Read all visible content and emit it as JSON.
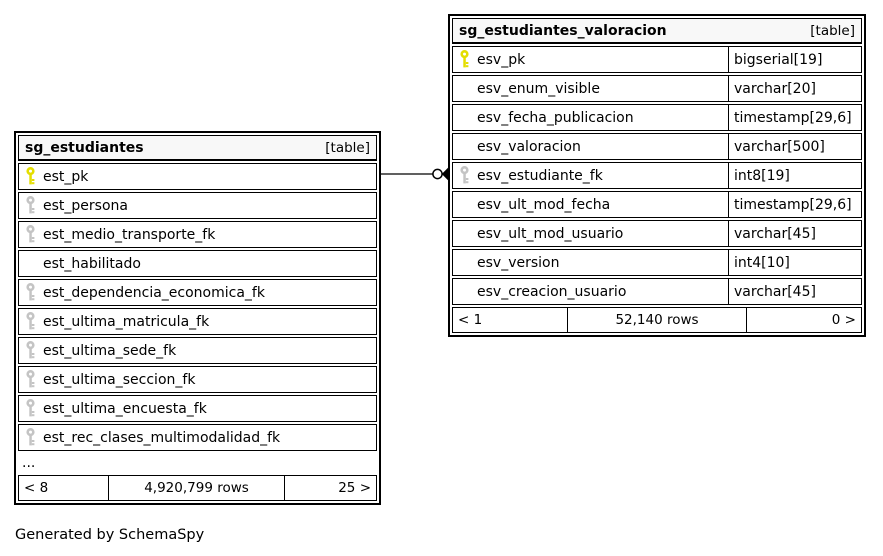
{
  "diagram": {
    "generator_note": "Generated by SchemaSpy",
    "colors": {
      "primary_key_icon": "#e4de00",
      "foreign_key_icon": "#c4c4c4",
      "table_header_bg": "#f8f8f8",
      "border": "#000000",
      "background": "#ffffff"
    }
  },
  "tables": [
    {
      "name": "sg_estudiantes",
      "kind": "[table]",
      "columns": [
        {
          "name": "est_pk",
          "key": "primary"
        },
        {
          "name": "est_persona",
          "key": "foreign"
        },
        {
          "name": "est_medio_transporte_fk",
          "key": "foreign"
        },
        {
          "name": "est_habilitado",
          "key": "none"
        },
        {
          "name": "est_dependencia_economica_fk",
          "key": "foreign"
        },
        {
          "name": "est_ultima_matricula_fk",
          "key": "foreign"
        },
        {
          "name": "est_ultima_sede_fk",
          "key": "foreign"
        },
        {
          "name": "est_ultima_seccion_fk",
          "key": "foreign"
        },
        {
          "name": "est_ultima_encuesta_fk",
          "key": "foreign"
        },
        {
          "name": "est_rec_clases_multimodalidad_fk",
          "key": "foreign"
        }
      ],
      "ellipsis": "...",
      "footer": {
        "left": "< 8",
        "center": "4,920,799 rows",
        "right": "25 >"
      }
    },
    {
      "name": "sg_estudiantes_valoracion",
      "kind": "[table]",
      "columns": [
        {
          "name": "esv_pk",
          "key": "primary",
          "type": "bigserial[19]"
        },
        {
          "name": "esv_enum_visible",
          "key": "none",
          "type": "varchar[20]"
        },
        {
          "name": "esv_fecha_publicacion",
          "key": "none",
          "type": "timestamp[29,6]"
        },
        {
          "name": "esv_valoracion",
          "key": "none",
          "type": "varchar[500]"
        },
        {
          "name": "esv_estudiante_fk",
          "key": "foreign",
          "type": "int8[19]"
        },
        {
          "name": "esv_ult_mod_fecha",
          "key": "none",
          "type": "timestamp[29,6]"
        },
        {
          "name": "esv_ult_mod_usuario",
          "key": "none",
          "type": "varchar[45]"
        },
        {
          "name": "esv_version",
          "key": "none",
          "type": "int4[10]"
        },
        {
          "name": "esv_creacion_usuario",
          "key": "none",
          "type": "varchar[45]"
        }
      ],
      "footer": {
        "left": "< 1",
        "center": "52,140 rows",
        "right": "0 >"
      }
    }
  ]
}
